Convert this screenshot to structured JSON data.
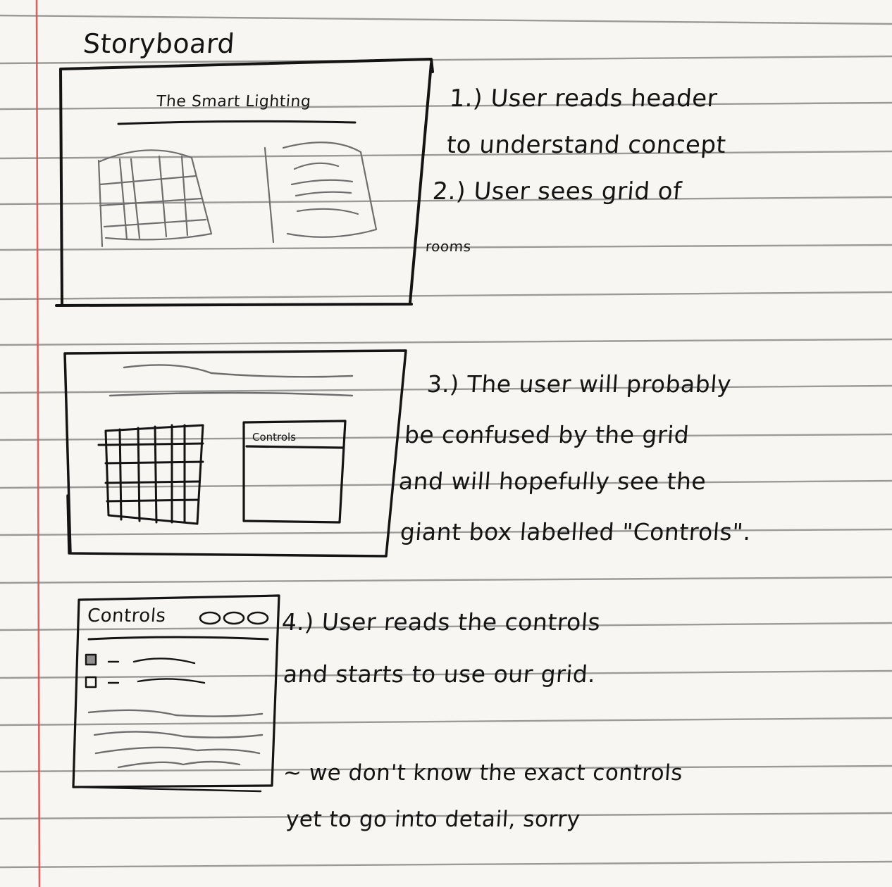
{
  "page": {
    "heading": "Storyboard",
    "colors": {
      "paper": "#f7f6f2",
      "rule_line": "#8a8a8a",
      "margin_line": "#d9534f",
      "ink": "#141414",
      "pencil": "#7a7a7a"
    }
  },
  "panel1": {
    "sketch_title": "The Smart Lighting",
    "notes": [
      "1.) User reads header",
      "to understand concept",
      "2.) User sees grid of",
      "rooms"
    ]
  },
  "panel2": {
    "controls_label": "Controls",
    "notes": [
      "3.) The user will probably",
      "be confused by the grid",
      "and will hopefully see the",
      "giant box labelled \"Controls\"."
    ]
  },
  "panel3": {
    "controls_label": "Controls",
    "notes": [
      "4.) User reads the controls",
      "and starts to use our grid.",
      "~ we don't know the exact controls",
      "yet to go into detail, sorry"
    ]
  }
}
